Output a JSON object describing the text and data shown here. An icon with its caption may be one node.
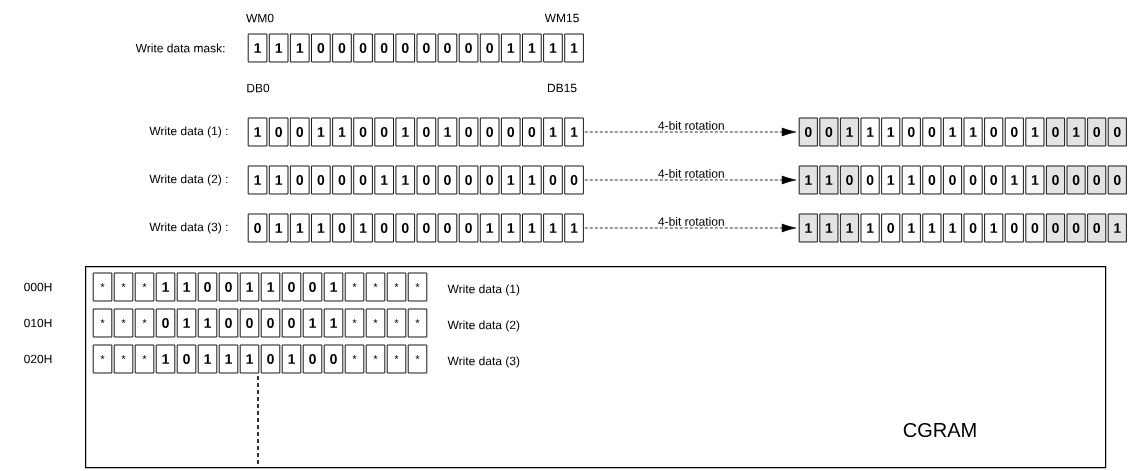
{
  "diagram": {
    "nodes": [
      {
        "text": [
          "1",
          "1",
          "1",
          "0",
          "0",
          "0",
          "0",
          "0",
          "0",
          "0",
          "0",
          "0",
          "1",
          "1",
          "1",
          "1"
        ]
      },
      {
        "text": [
          "1",
          "0",
          "0",
          "1",
          "1",
          "0",
          "0",
          "1",
          "0",
          "1",
          "0",
          "0",
          "0",
          "0",
          "1",
          "1"
        ]
      },
      {
        "text": [
          "0",
          "0",
          "1",
          "1",
          "1",
          "0",
          "0",
          "1",
          "1",
          "0",
          "0",
          "1",
          "0",
          "1",
          "0",
          "0"
        ]
      },
      {
        "text": [
          "1",
          "1",
          "0",
          "0",
          "0",
          "0",
          "1",
          "1",
          "0",
          "0",
          "0",
          "0",
          "1",
          "1",
          "0",
          "0"
        ]
      },
      {
        "text": [
          "1",
          "1",
          "0",
          "0",
          "1",
          "1",
          "0",
          "0",
          "0",
          "0",
          "1",
          "1",
          "0",
          "0",
          "0",
          "0"
        ]
      },
      {
        "text": [
          "0",
          "1",
          "1",
          "1",
          "0",
          "1",
          "0",
          "0",
          "0",
          "0",
          "0",
          "1",
          "1",
          "1",
          "1",
          "1"
        ]
      },
      {
        "text": [
          "1",
          "1",
          "1",
          "1",
          "0",
          "1",
          "1",
          "1",
          "0",
          "1",
          "0",
          "0",
          "0",
          "0",
          "0",
          "1"
        ]
      },
      {
        "text": [
          "CGRAM"
        ]
      },
      {
        "text": [
          "*",
          "*",
          "*",
          "1",
          "1",
          "0",
          "0",
          "1",
          "1",
          "0",
          "0",
          "1",
          "*",
          "*",
          "*",
          "*"
        ],
        "in": 7,
        "beside": [
          "Write data (1)"
        ]
      },
      {
        "text": [
          "*",
          "*",
          "*",
          "0",
          "1",
          "1",
          "0",
          "0",
          "0",
          "0",
          "1",
          "1",
          "*",
          "*",
          "*",
          "*"
        ],
        "in": 7,
        "beside": [
          "Write data (2)"
        ]
      },
      {
        "text": [
          "*",
          "*",
          "*",
          "1",
          "0",
          "1",
          "1",
          "1",
          "0",
          "1",
          "0",
          "0",
          "*",
          "*",
          "*",
          "*"
        ],
        "in": 7,
        "beside": [
          "Write data (3)"
        ]
      }
    ],
    "edges": [
      {
        "from": 1,
        "to": 2,
        "arrow": "to",
        "label": "4-bit rotation",
        "style": "dashed"
      },
      {
        "from": 3,
        "to": 4,
        "arrow": "to",
        "label": "4-bit rotation",
        "style": "dashed"
      },
      {
        "from": 5,
        "to": 6,
        "arrow": "to",
        "label": "4-bit rotation",
        "style": "dashed"
      }
    ],
    "labels": [
      "WM0",
      "WM15",
      "Write data mask:",
      "DB0",
      "DB15",
      "Write data (1) :",
      "Write data (2) :",
      "Write data (3) :",
      "000H",
      "010H",
      "020H"
    ]
  }
}
